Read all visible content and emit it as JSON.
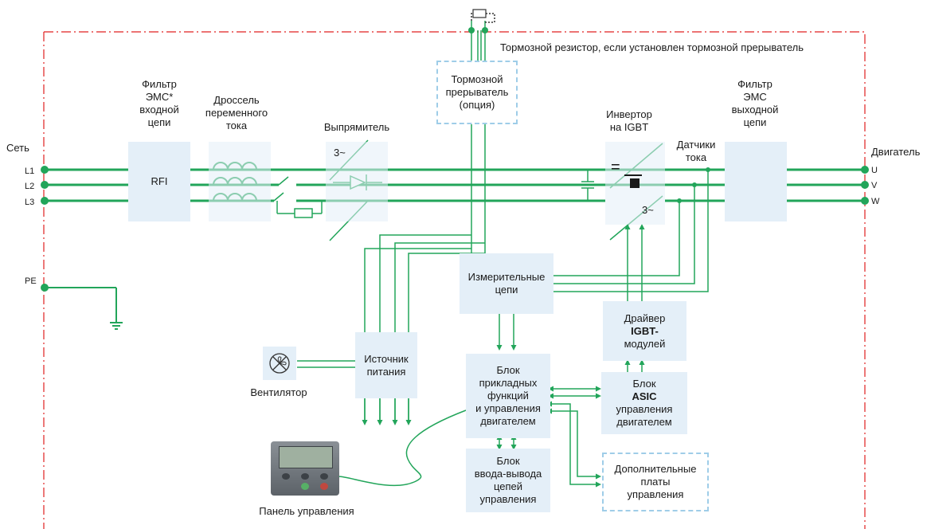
{
  "labels": {
    "mains": "Сеть",
    "motor": "Двигатель",
    "phase_in": [
      "L1",
      "L2",
      "L3"
    ],
    "phase_out": [
      "U",
      "V",
      "W"
    ],
    "pe": "PE",
    "brake_resistor_note": "Тормозной резистор, если установлен тормозной прерыватель",
    "emc_input_filter": [
      "Фильтр",
      "ЭМС*",
      "входной",
      "цепи"
    ],
    "ac_choke": [
      "Дроссель",
      "переменного",
      "тока"
    ],
    "rectifier": "Выпрямитель",
    "rectifier_symbol": "3~",
    "inverter": [
      "Инвертор",
      "на IGBT"
    ],
    "inverter_dc_symbol": "=",
    "inverter_ac_symbol": "3~",
    "current_sensors": [
      "Датчики",
      "тока"
    ],
    "emc_output_filter": [
      "Фильтр",
      "ЭМС",
      "выходной",
      "цепи"
    ],
    "fan": "Вентилятор",
    "control_panel": "Панель управления"
  },
  "blocks": {
    "rfi": "RFI",
    "brake_chopper": [
      "Тормозной",
      "прерыватель",
      "(опция)"
    ],
    "measurement": [
      "Измерительные",
      "цепи"
    ],
    "power_supply": [
      "Источник",
      "питания"
    ],
    "igbt_driver": [
      "Драйвер",
      "IGBT-",
      "модулей"
    ],
    "application": [
      "Блок",
      "прикладных",
      "функций",
      "и управления",
      "двигателем"
    ],
    "asic": [
      "Блок",
      "ASIC",
      "управления",
      "двигателем"
    ],
    "io": [
      "Блок",
      "ввода-вывода",
      "цепей",
      "управления"
    ],
    "option_boards": [
      "Дополнительные",
      "платы",
      "управления"
    ]
  },
  "colors": {
    "line": "#22a55a",
    "block_fill": "#e4eff8",
    "dashed_border": "#9fcde8",
    "enclosure": "#e02020",
    "text": "#1a1a1a"
  },
  "icons": {
    "fan": "fan-icon",
    "ground": "ground-icon",
    "keypad": "keypad-icon",
    "resistor": "resistor-icon",
    "diode": "diode-icon"
  }
}
